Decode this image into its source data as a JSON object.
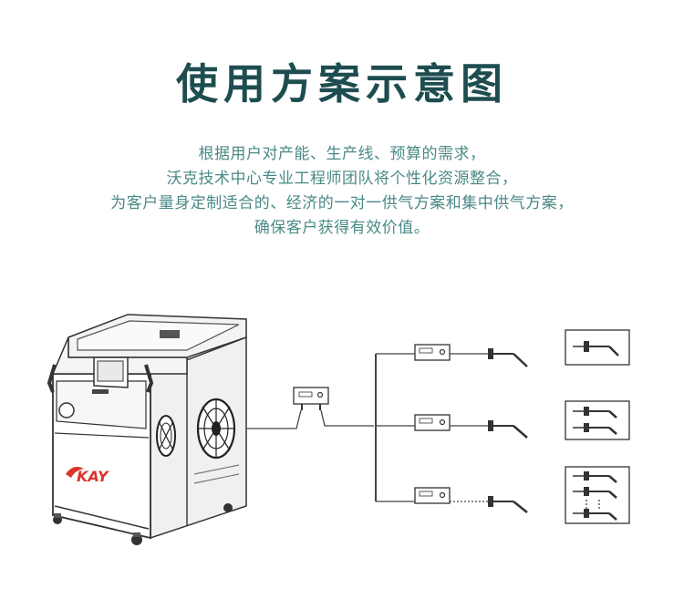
{
  "title": "使用方案示意图",
  "description": [
    "根据用户对产能、生产线、预算的需求，",
    "沃克技术中心专业工程师团队将个性化资源整合，",
    "为客户量身定制适合的、经济的一对一供气方案和集中供气方案，",
    "确保客户获得有效价值。"
  ],
  "machine": {
    "logo_text": "KAY"
  },
  "colors": {
    "title": "#1e4d50",
    "description": "#4a8a86",
    "logo": "#d9362b",
    "line": "#333333"
  }
}
